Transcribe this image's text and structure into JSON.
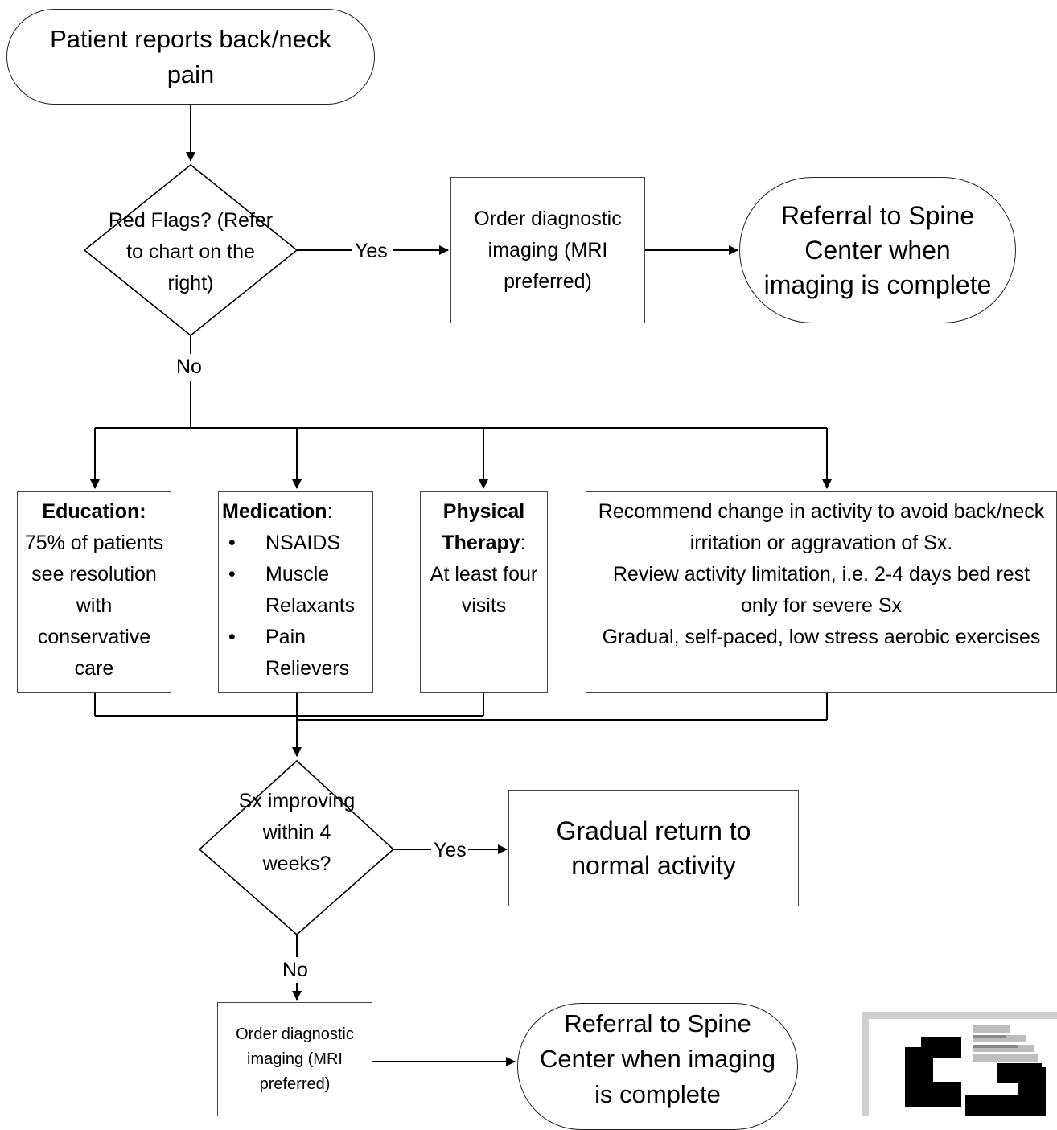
{
  "flow": {
    "start": "Patient reports back/neck pain",
    "decision_red_flags": "Red Flags? (Refer to chart on the right)",
    "order_imaging_1": "Order diagnostic imaging (MRI preferred)",
    "referral_1": "Referral to Spine Center when imaging is complete",
    "label_yes_1": "Yes",
    "label_no_1": "No",
    "education_heading": "Education:",
    "education_body": "75% of patients see resolution with conservative care",
    "medication_heading": "Medication",
    "medication_colon": ":",
    "medication_items": [
      "NSAIDS",
      "Muscle Relaxants",
      "Pain Relievers"
    ],
    "pt_heading": "Physical Therapy",
    "pt_colon": ":",
    "pt_body": "At least four visits",
    "activity_line1": "Recommend change in activity to avoid back/neck irritation or aggravation of Sx.",
    "activity_line2": "Review activity limitation, i.e. 2-4 days bed rest only for severe Sx",
    "activity_line3": "Gradual, self-paced, low stress aerobic exercises",
    "decision_improving": "Sx improving within 4 weeks?",
    "return_normal": "Gradual return to normal activity",
    "label_yes_2": "Yes",
    "label_no_2": "No",
    "order_imaging_2": "Order diagnostic imaging (MRI preferred)",
    "referral_2": "Referral to Spine Center when imaging is complete"
  },
  "logo": {
    "icon": "medical-cross-logo",
    "colors": [
      "#000000",
      "#d3d3d3",
      "#8c8c8c"
    ]
  }
}
